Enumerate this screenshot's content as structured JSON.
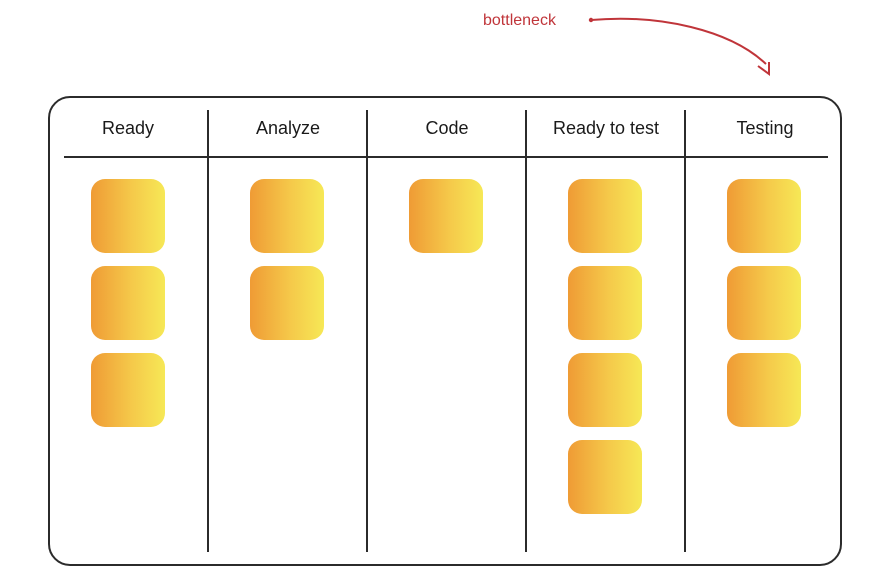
{
  "annotation": {
    "label": "bottleneck",
    "color": "#c0353a"
  },
  "board": {
    "columns": [
      {
        "title": "Ready",
        "card_count": 3
      },
      {
        "title": "Analyze",
        "card_count": 2
      },
      {
        "title": "Code",
        "card_count": 1
      },
      {
        "title": "Ready to test",
        "card_count": 4
      },
      {
        "title": "Testing",
        "card_count": 3
      }
    ],
    "card_gradient": [
      "#ef9b35",
      "#f6e856"
    ]
  }
}
